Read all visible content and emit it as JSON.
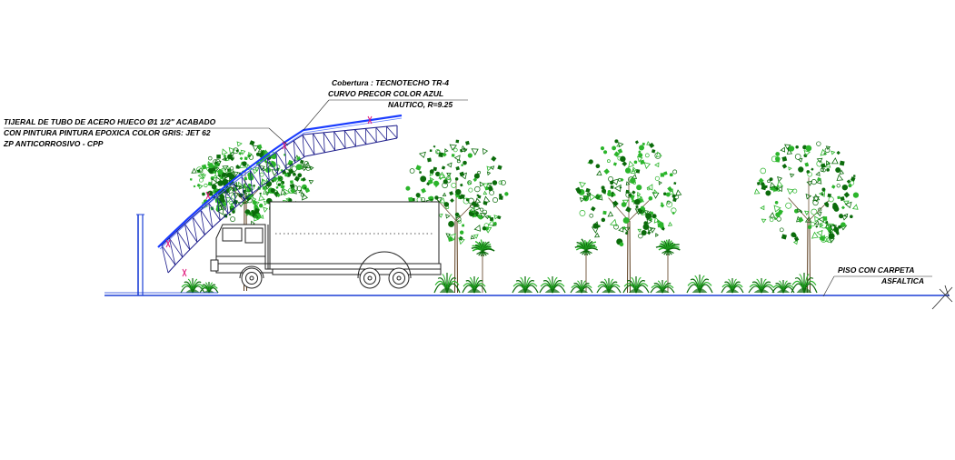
{
  "annotations": {
    "roof_label": [
      "Cobertura : TECNOTECHO TR-4",
      "CURVO PRECOR COLOR AZUL",
      "NAUTICO, R=9.25"
    ],
    "truss_label": [
      "TIJERAL DE TUBO DE ACERO HUECO Ø1 1/2\" ACABADO",
      "CON  PINTURA PINTURA EPOXICA COLOR GRIS: JET 62",
      "ZP ANTICORROSIVO - CPP"
    ],
    "floor_label": [
      "PISO CON CARPETA",
      "ASFALTICA"
    ]
  },
  "colors": {
    "roof": "#1a3cff",
    "truss": "#1a1a8a",
    "foliage_dark": "#0b6b0b",
    "foliage_light": "#2bb52b",
    "ground": "#1c3fd6",
    "marker": "#e0157a",
    "truck": "#222222"
  },
  "elements": {
    "trees": 4,
    "palms": 3,
    "shrubs": 15
  }
}
